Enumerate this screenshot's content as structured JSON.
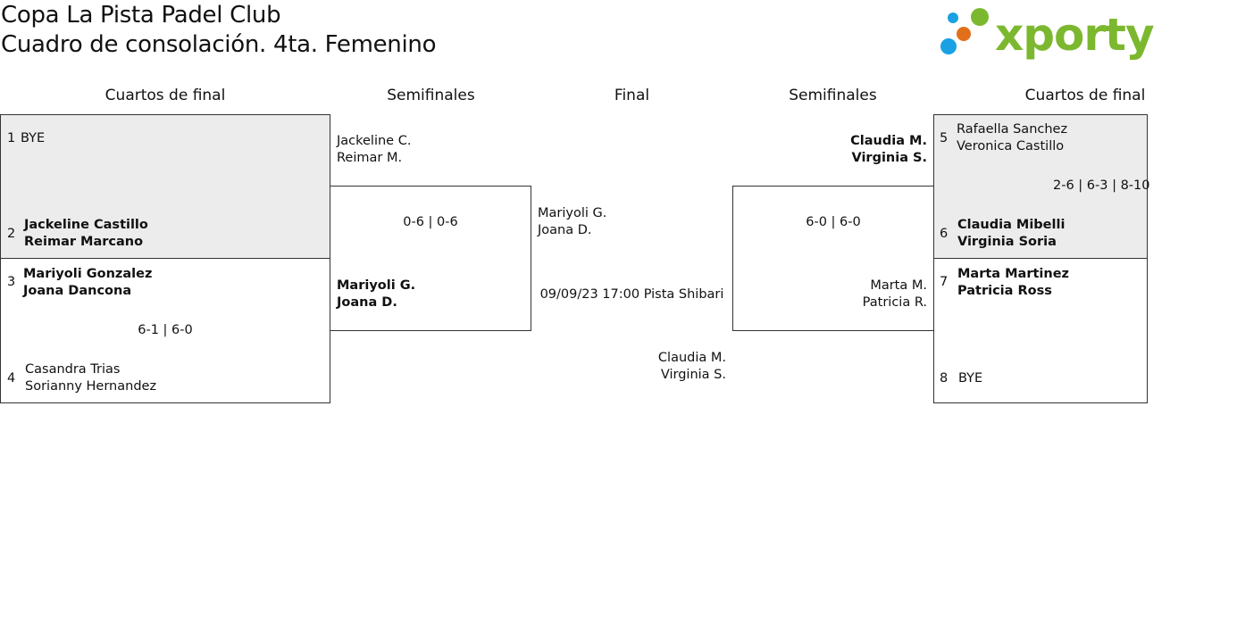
{
  "header": {
    "club": "Copa La Pista Padel Club",
    "draw": "Cuadro de consolación. 4ta. Femenino"
  },
  "logo": {
    "text": "xporty",
    "colors": [
      "#7cb82f",
      "#e2701b",
      "#1aa1e3"
    ]
  },
  "rounds": {
    "left_qf": "Cuartos de final",
    "left_sf": "Semifinales",
    "final": "Final",
    "right_sf": "Semifinales",
    "right_qf": "Cuartos de final"
  },
  "left_qf": {
    "m1": {
      "seed_a": "1",
      "a1": "BYE",
      "seed_b": "2",
      "b1": "Jackeline Castillo",
      "b2": "Reimar Marcano"
    },
    "m2": {
      "seed_a": "3",
      "a1": "Mariyoli Gonzalez",
      "a2": "Joana Dancona",
      "score": "6-1 | 6-0",
      "seed_b": "4",
      "b1": "Casandra Trias",
      "b2": "Sorianny Hernandez"
    }
  },
  "left_sf": {
    "a1": "Jackeline C.",
    "a2": "Reimar M.",
    "score": "0-6 | 0-6",
    "b1": "Mariyoli G.",
    "b2": "Joana D."
  },
  "final": {
    "a1": "Mariyoli G.",
    "a2": "Joana D.",
    "info": "09/09/23 17:00 Pista Shibari",
    "b1": "Claudia M.",
    "b2": "Virginia S."
  },
  "right_sf": {
    "a1": "Claudia M.",
    "a2": "Virginia S.",
    "score": "6-0 | 6-0",
    "b1": "Marta M.",
    "b2": "Patricia R."
  },
  "right_qf": {
    "m1": {
      "seed_a": "5",
      "a1": "Rafaella Sanchez",
      "a2": "Veronica Castillo",
      "score": "2-6 | 6-3 | 8-10",
      "seed_b": "6",
      "b1": "Claudia Mibelli",
      "b2": "Virginia Soria"
    },
    "m2": {
      "seed_a": "7",
      "a1": "Marta Martinez",
      "a2": "Patricia Ross",
      "seed_b": "8",
      "b1": "BYE"
    }
  }
}
